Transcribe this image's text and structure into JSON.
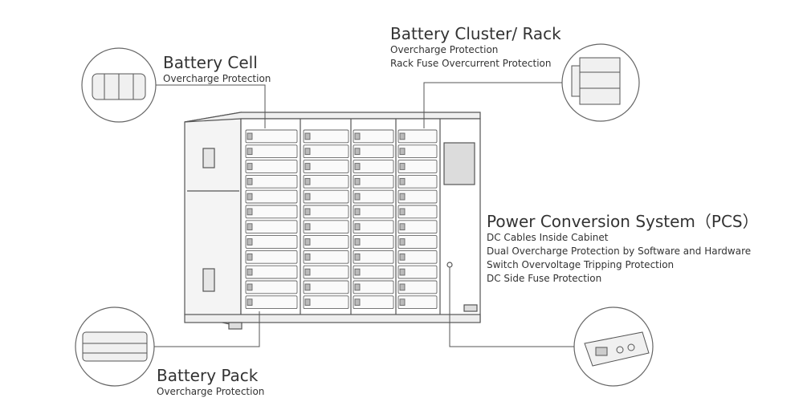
{
  "labels": {
    "cell": {
      "title": "Battery Cell",
      "lines": [
        "Overcharge Protection"
      ]
    },
    "rack": {
      "title": "Battery Cluster/ Rack",
      "lines": [
        "Overcharge Protection",
        "Rack Fuse Overcurrent Protection"
      ]
    },
    "pcs": {
      "title": "Power Conversion System（PCS）",
      "lines": [
        "DC Cables Inside Cabinet",
        "Dual Overcharge Protection by Software and Hardware",
        "Switch Overvoltage Tripping Protection",
        "DC Side Fuse Protection"
      ]
    },
    "pack": {
      "title": "Battery Pack",
      "lines": [
        "Overcharge Protection"
      ]
    }
  },
  "colors": {
    "ink": "#333333",
    "line": "#555555",
    "panel": "#f4f4f4",
    "background": "#ffffff"
  },
  "icons": [
    "battery-cell-icon",
    "battery-rack-icon",
    "battery-pack-icon",
    "pcs-unit-icon"
  ]
}
